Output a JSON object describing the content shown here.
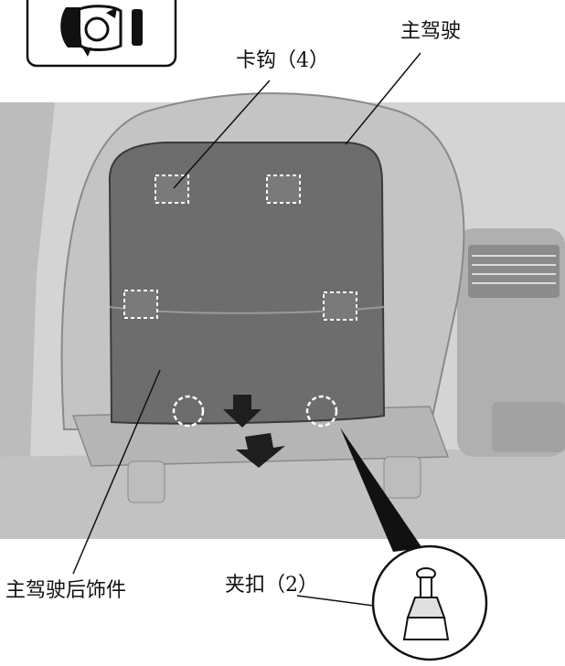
{
  "labels": {
    "driver_seat": "主驾驶",
    "hooks": "卡钩（4）",
    "rear_trim": "主驾驶后饰件",
    "clips": "夹扣（2）"
  },
  "icons": {
    "seat_icon": "seat-back-removal-icon",
    "push_arrows": "down-arrow-icon",
    "hook_marker": "hook-square-marker",
    "clip_marker": "clip-circle-marker"
  },
  "colors": {
    "photo_bg": "#cfcfcf",
    "panel": "#6d6d6d",
    "seat_frame": "#bdbdbd",
    "line": "#222222"
  }
}
